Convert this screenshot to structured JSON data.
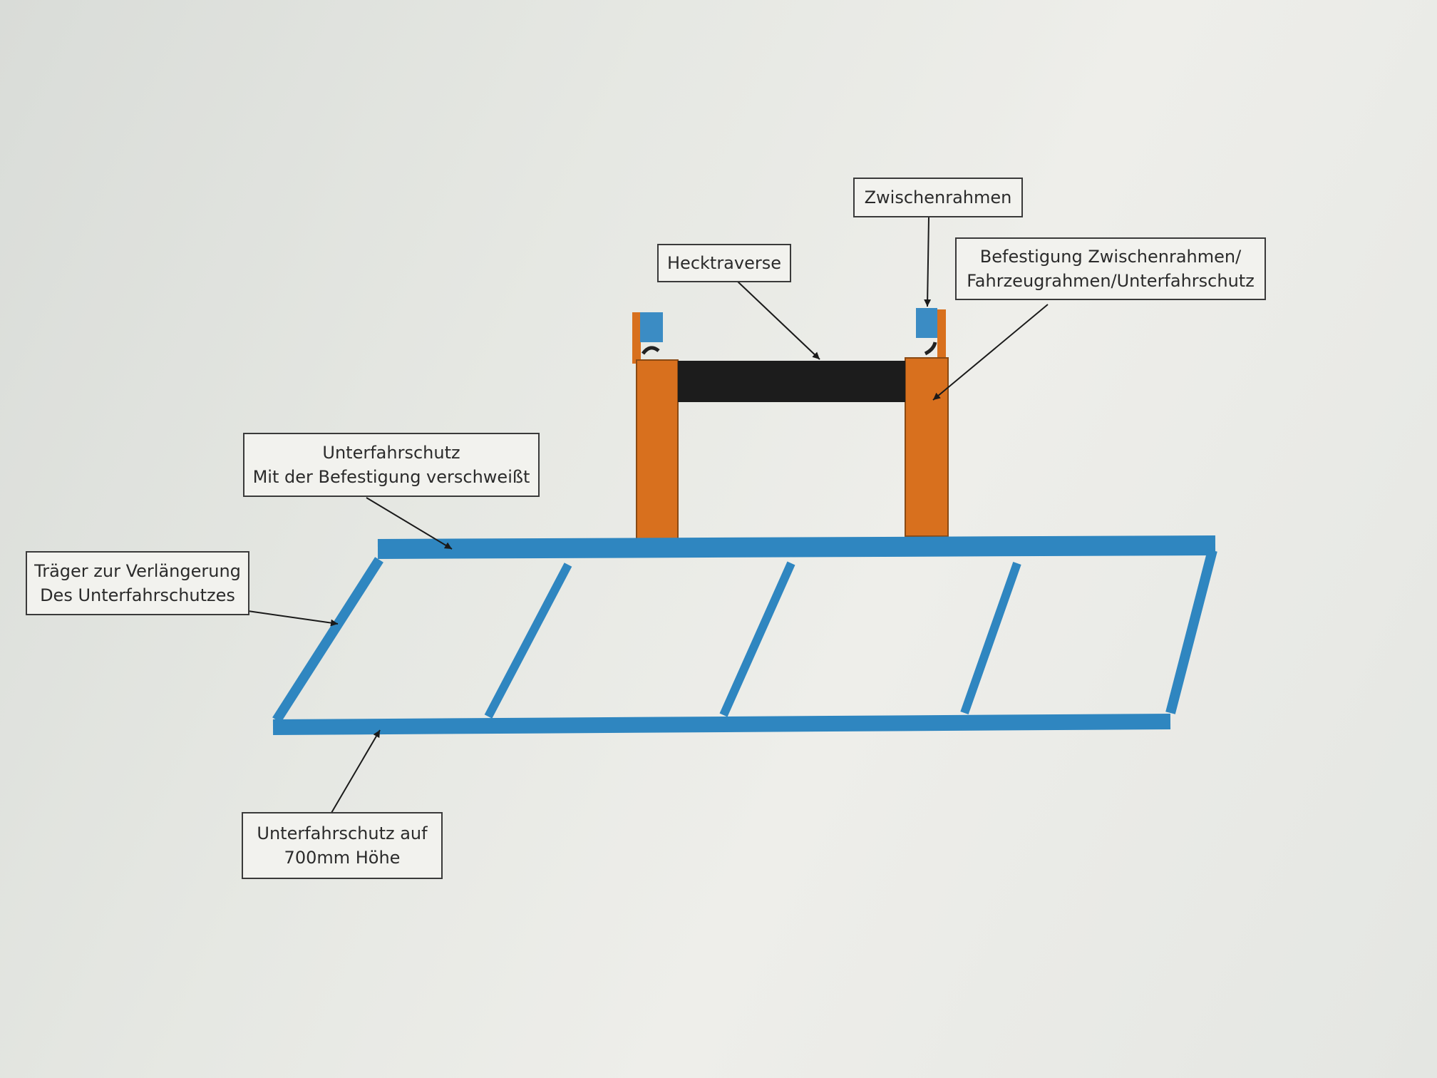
{
  "diagram": {
    "labels": {
      "zwischenrahmen": "Zwischenrahmen",
      "hecktraverse": "Hecktraverse",
      "befestigung": [
        "Befestigung Zwischenrahmen/",
        "Fahrzeugrahmen/Unterfahrschutz"
      ],
      "unterfahrschutz_verschweisst": [
        "Unterfahrschutz",
        "Mit der Befestigung verschweißt"
      ],
      "traeger": [
        "Träger zur Verlängerung",
        "Des Unterfahrschutzes"
      ],
      "unterfahrschutz_hoehe": [
        "Unterfahrschutz auf",
        "700mm Höhe"
      ]
    },
    "colors": {
      "guard_blue": "#2f86c0",
      "bracket_orange": "#d8701e",
      "clamp_blue": "#3b8cc4",
      "crossmember_black": "#1c1c1c",
      "label_border": "#3a3a3a",
      "arrow": "#1a1a1a"
    }
  }
}
